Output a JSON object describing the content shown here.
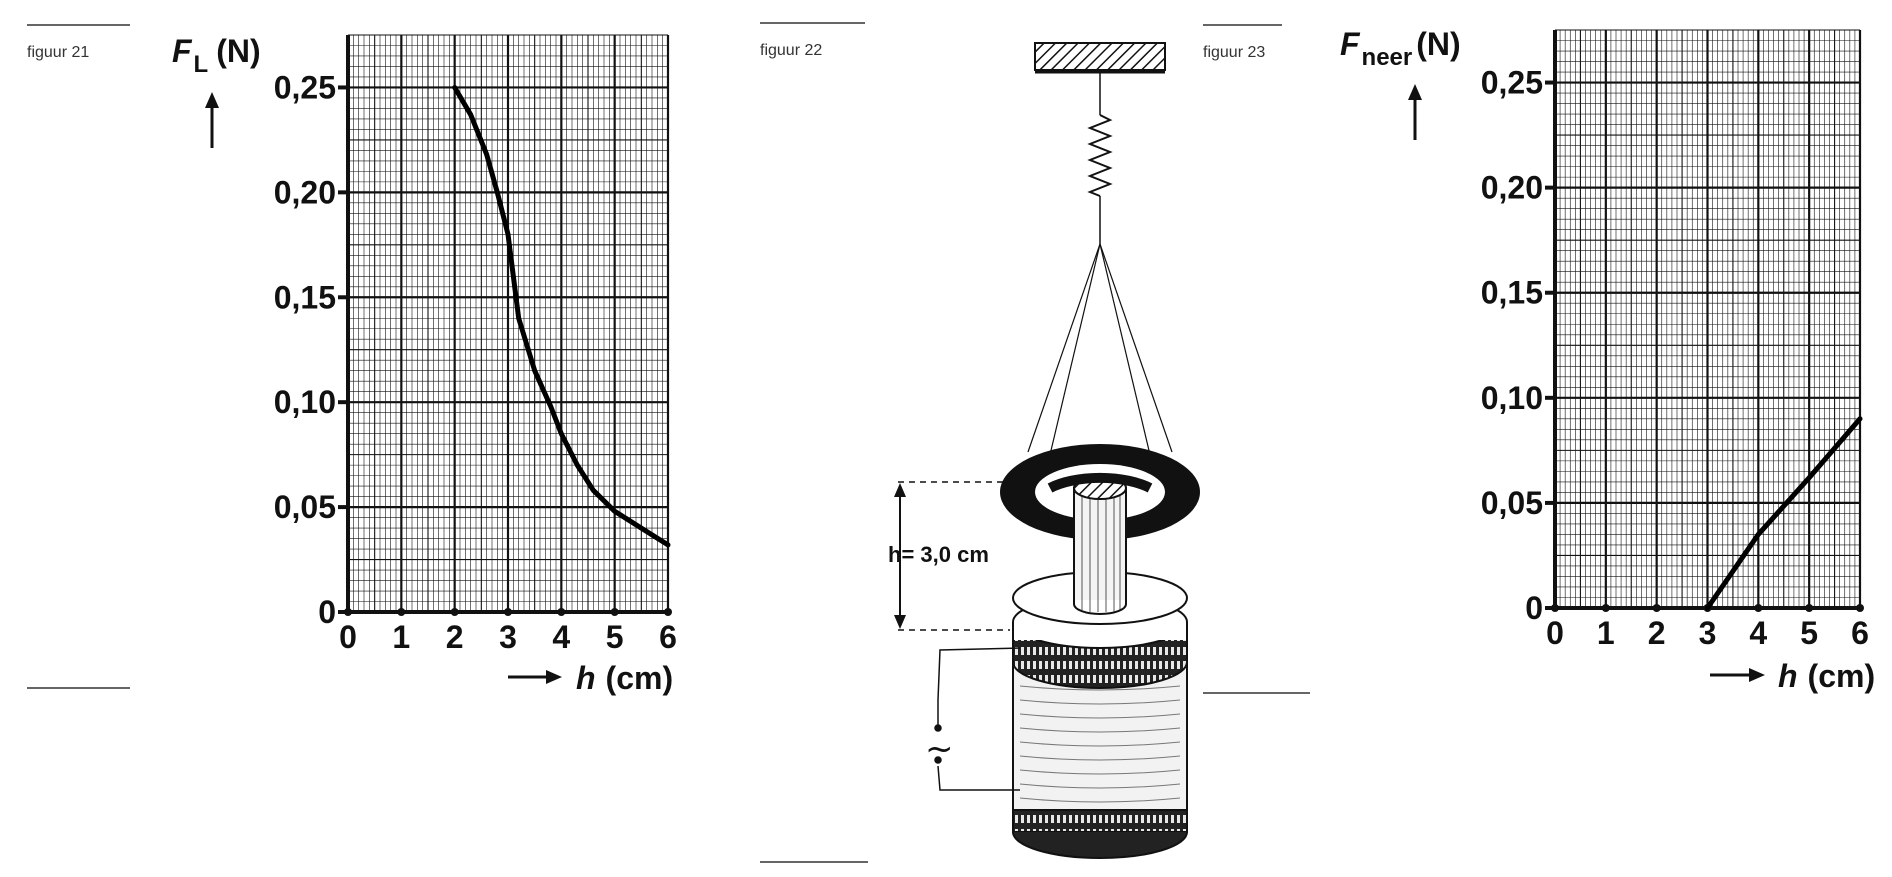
{
  "figures": {
    "fig21_caption": "figuur 21",
    "fig22_caption": "figuur 22",
    "fig23_caption": "figuur 23",
    "fig22_height_label": "h= 3,0 cm",
    "ac_symbol": "~"
  },
  "chart_data": [
    {
      "type": "line",
      "ylabel_symbol": "F",
      "ylabel_subscript": "L",
      "ylabel_unit": "(N)",
      "xlabel_symbol": "h",
      "xlabel_unit": "(cm)",
      "xlim": [
        0,
        6
      ],
      "ylim": [
        0,
        0.275
      ],
      "x_ticks": [
        "0",
        "1",
        "2",
        "3",
        "4",
        "5",
        "6"
      ],
      "y_ticks": [
        "0",
        "0,05",
        "0,10",
        "0,15",
        "0,20",
        "0,25"
      ],
      "grid": true,
      "series": [
        {
          "x": [
            2.0,
            2.3,
            2.6,
            2.8,
            3.0,
            3.2,
            3.5,
            3.8,
            4.0,
            4.3,
            4.6,
            5.0,
            5.5,
            6.0
          ],
          "y": [
            0.25,
            0.237,
            0.218,
            0.2,
            0.18,
            0.14,
            0.115,
            0.098,
            0.085,
            0.07,
            0.058,
            0.048,
            0.04,
            0.032
          ]
        }
      ]
    },
    {
      "type": "line",
      "ylabel_symbol": "F",
      "ylabel_subscript": "neer",
      "ylabel_unit": "(N)",
      "xlabel_symbol": "h",
      "xlabel_unit": "(cm)",
      "xlim": [
        0,
        6
      ],
      "ylim": [
        0,
        0.275
      ],
      "x_ticks": [
        "0",
        "1",
        "2",
        "3",
        "4",
        "5",
        "6"
      ],
      "y_ticks": [
        "0",
        "0,05",
        "0,10",
        "0,15",
        "0,20",
        "0,25"
      ],
      "grid": true,
      "series": [
        {
          "x": [
            3.0,
            4.0,
            5.0,
            6.0
          ],
          "y": [
            0.0,
            0.035,
            0.062,
            0.09
          ]
        }
      ]
    }
  ]
}
